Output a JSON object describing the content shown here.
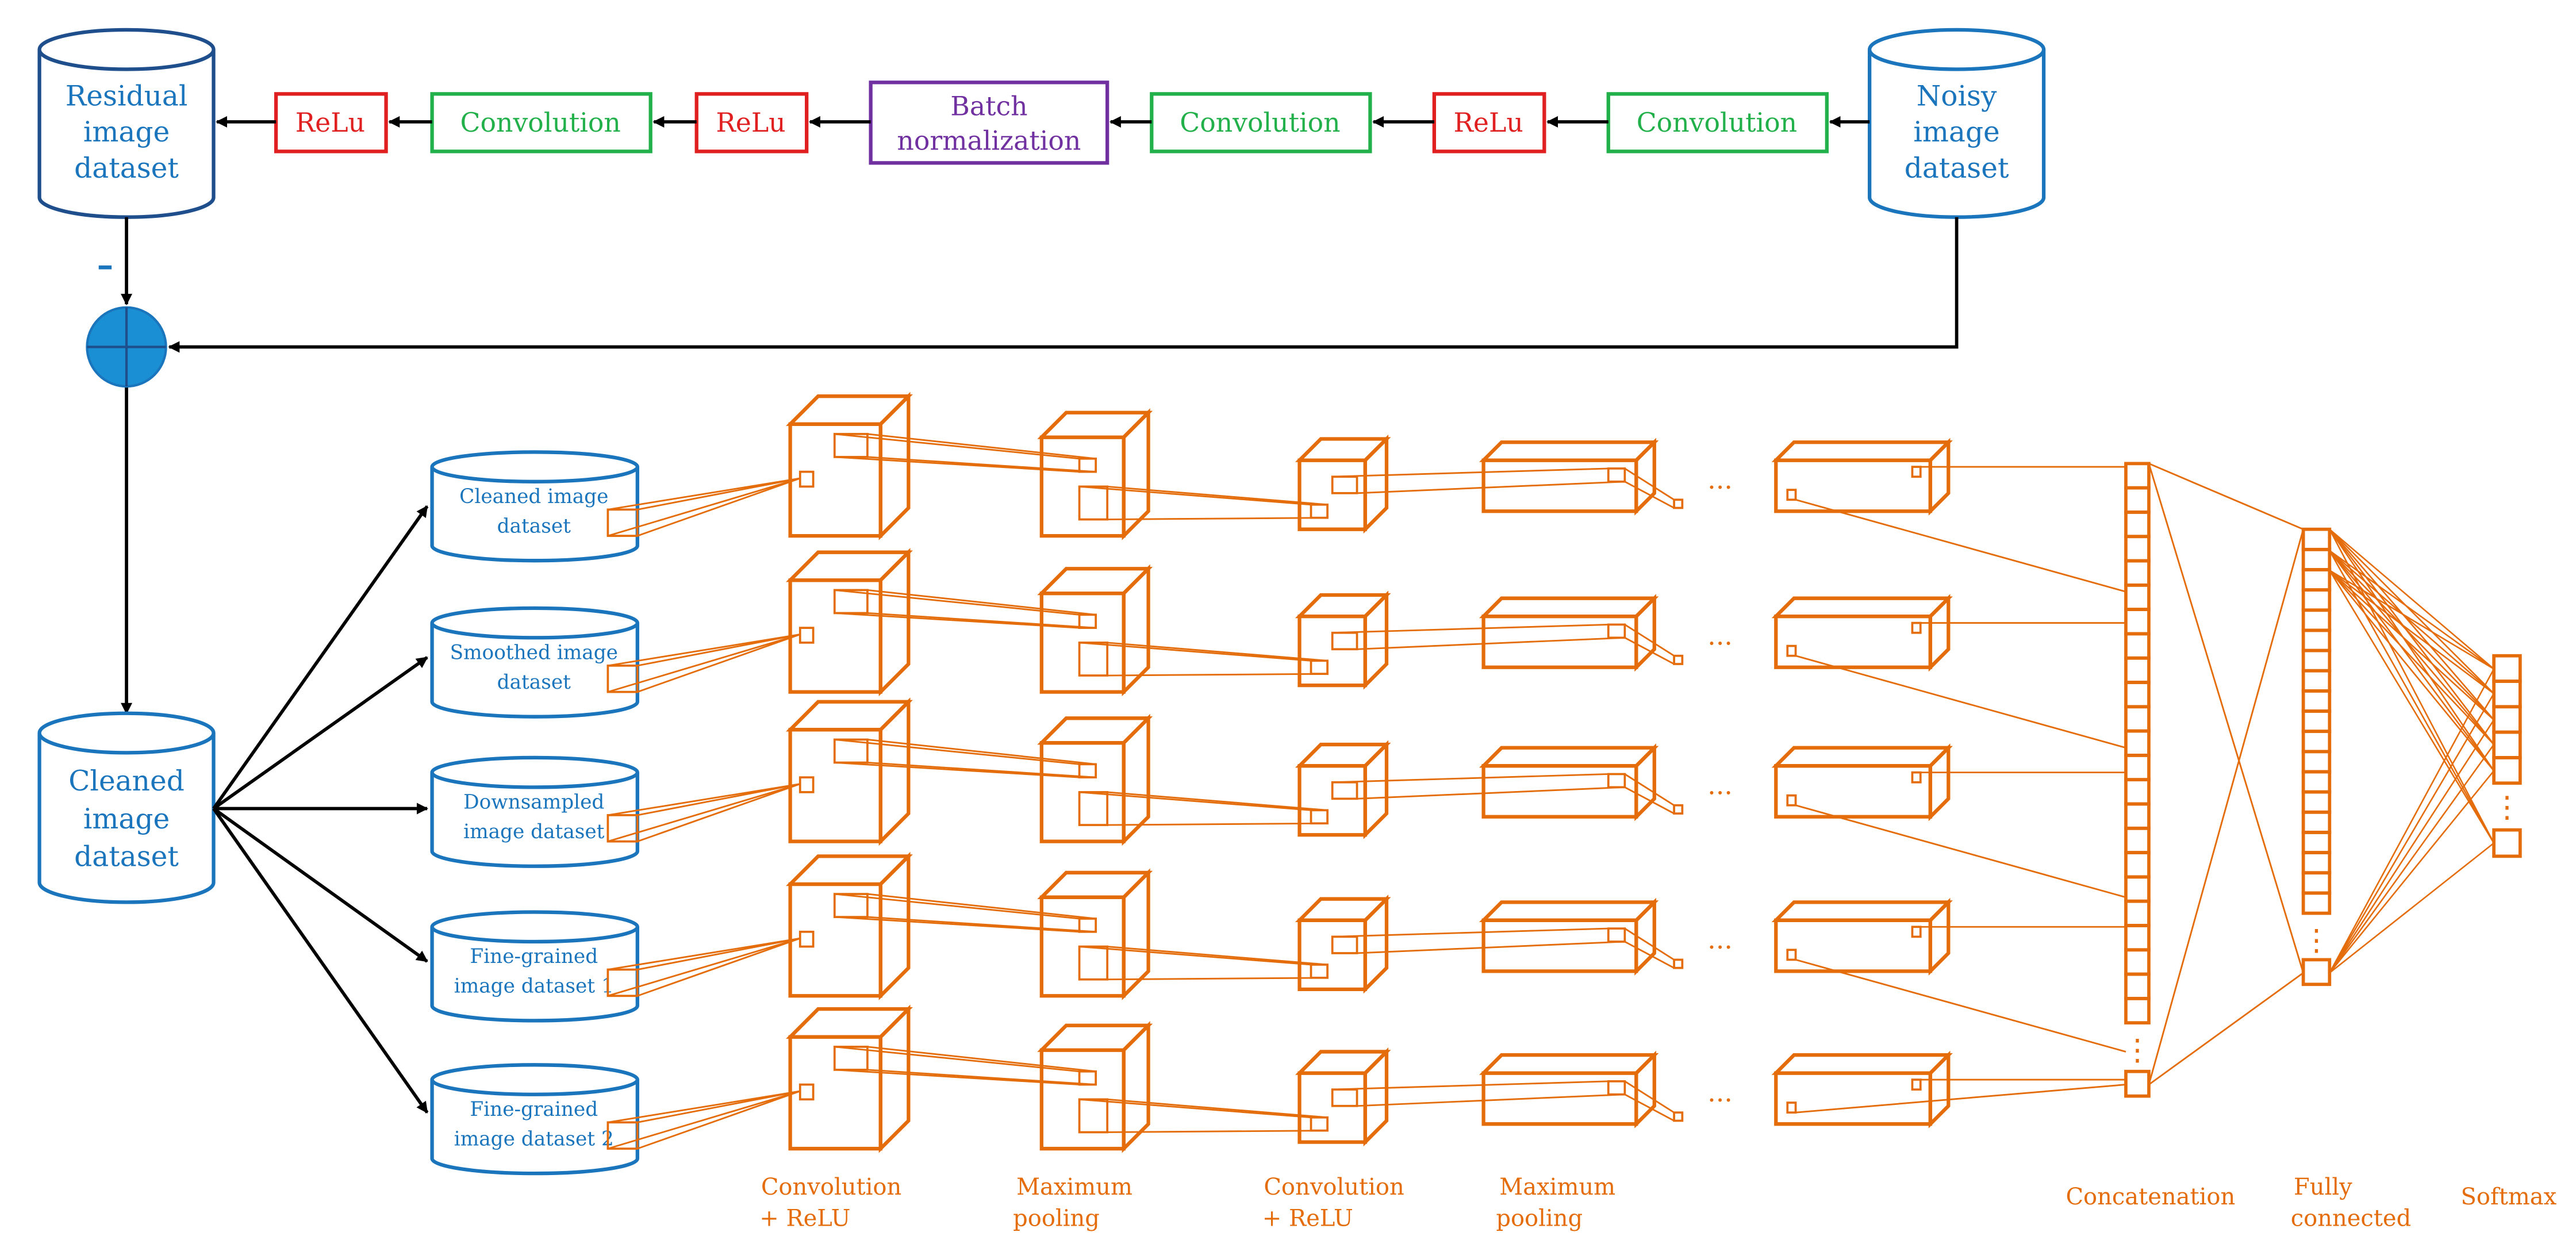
{
  "colors": {
    "blue": "#1a75bc",
    "darkblue": "#1f4e8c",
    "red": "#e02020",
    "green": "#22b04b",
    "purple": "#7030a0",
    "orange": "#e46c0a",
    "black": "#000000",
    "node_fill": "#1b8fd3"
  },
  "top": {
    "residual": [
      "Residual",
      "image",
      "dataset"
    ],
    "noisy": [
      "Noisy",
      "image",
      "dataset"
    ],
    "relu_label": "ReLu",
    "convolution_label": "Convolution",
    "batch_norm": [
      "Batch",
      "normalization"
    ],
    "minus_sign": "–"
  },
  "cleaned": [
    "Cleaned",
    "image",
    "dataset"
  ],
  "branches": [
    [
      "Cleaned image",
      "dataset"
    ],
    [
      "Smoothed image",
      "dataset"
    ],
    [
      "Downsampled",
      "image dataset"
    ],
    [
      "Fine-grained",
      "image dataset 1"
    ],
    [
      "Fine-grained",
      "image dataset 2"
    ]
  ],
  "ellipsis": "···",
  "vertical_ellipsis": "⋮",
  "column_labels": {
    "conv1": [
      "Convolution",
      "+ ReLU"
    ],
    "pool1": [
      "Maximum",
      "pooling"
    ],
    "conv2": [
      "Convolution",
      "+ ReLU"
    ],
    "pool2": [
      "Maximum",
      "pooling"
    ],
    "concat": [
      "Concatenation"
    ],
    "fc": [
      "Fully",
      "connected"
    ],
    "softmax": [
      "Softmax"
    ]
  }
}
